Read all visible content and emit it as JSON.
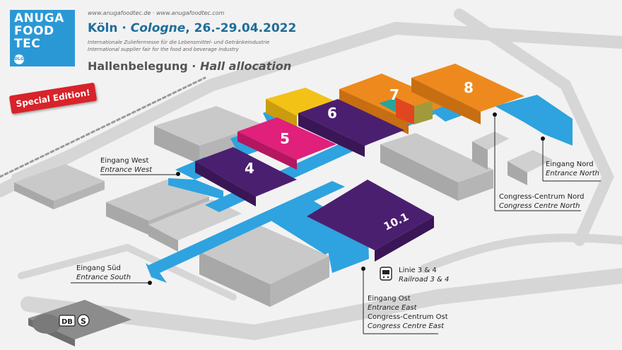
{
  "logo": {
    "line1": "ANUGA",
    "line2": "FOOD",
    "line3": "TEC",
    "badge": "DLG"
  },
  "header": {
    "urls": "www.anugafoodtec.de · www.anugafoodtec.com",
    "title_city_de": "Köln",
    "title_sep": " · ",
    "title_city_en": "Cologne",
    "title_dates": ", 26.-29.04.2022",
    "subtitle_de": "Internationale Zuliefermesse für die Lebensmittel- und Getränkeindustrie",
    "subtitle_en": "International supplier fair for the food and beverage industry",
    "hall_allocation_de": "Hallenbelegung",
    "hall_allocation_sep": " · ",
    "hall_allocation_en": "Hall allocation"
  },
  "badge": {
    "special_edition": "Special Edition!"
  },
  "halls": {
    "h4": "4",
    "h5": "5",
    "h6": "6",
    "h7": "7",
    "h8": "8",
    "h10_1": "10.1"
  },
  "entrances": {
    "west_de": "Eingang West",
    "west_en": "Entrance West",
    "south_de": "Eingang Süd",
    "south_en": "Entrance South",
    "north_de": "Eingang Nord",
    "north_en": "Entrance North",
    "east_de": "Eingang Ost",
    "east_en": "Entrance East",
    "cc_east_de": "Congress-Centrum Ost",
    "cc_east_en": "Congress Centre East",
    "cc_north_de": "Congress-Centrum Nord",
    "cc_north_en": "Congress Centre North",
    "rail_de": "Linie 3 & 4",
    "rail_en": "Railroad 3 & 4"
  },
  "station": {
    "db": "DB",
    "s": "S"
  },
  "colors": {
    "background": "#f2f2f2",
    "road": "#d9d9d9",
    "building_top": "#c9c9c9",
    "building_side": "#a8a8a8",
    "connector": "#2ea3df",
    "hall_purple": "#4b1f6f",
    "hall_magenta": "#e0207b",
    "hall_yellow": "#f2c217",
    "hall_orange": "#ee8a1d",
    "hall_teal": "#2aa39a",
    "hall_red": "#e2461f",
    "hall_olive": "#a19a3b",
    "logo_blue": "#2b98d6",
    "special_red": "#d8232a"
  }
}
